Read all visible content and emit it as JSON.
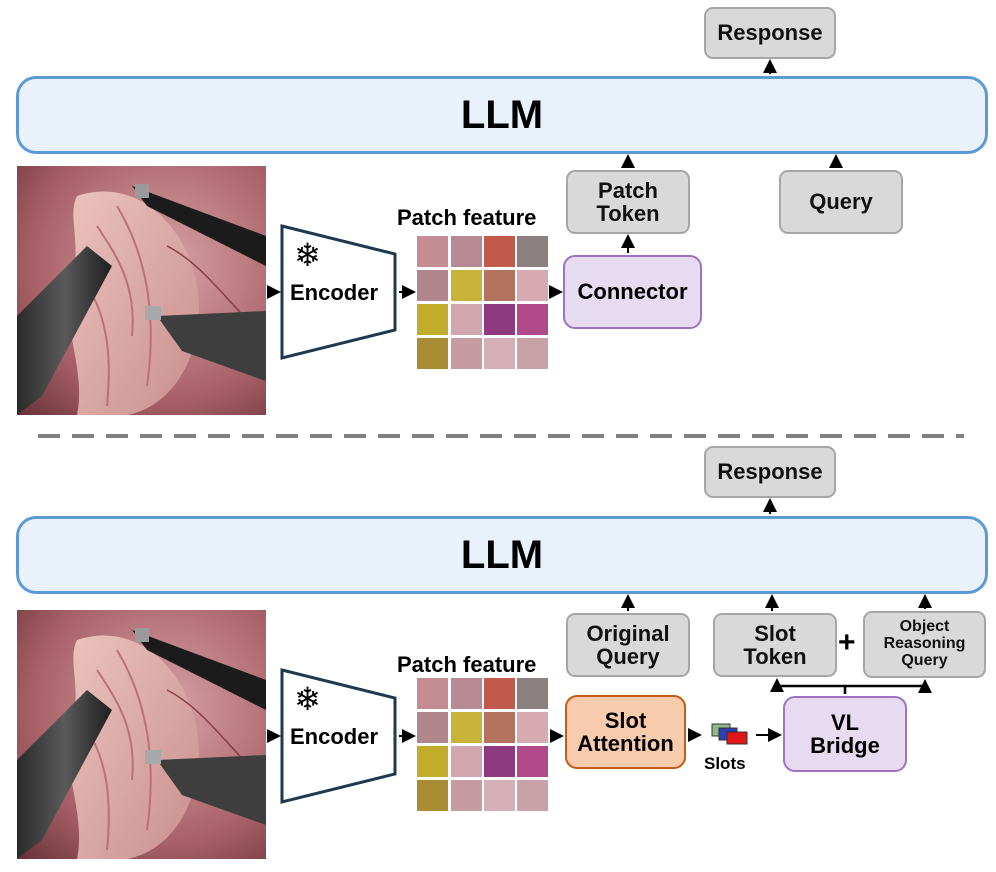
{
  "top": {
    "llm_label": "LLM",
    "response_label": "Response",
    "patch_token_label": "Patch\nToken",
    "query_label": "Query",
    "patch_feature_label": "Patch feature",
    "encoder_label": "Encoder",
    "connector_label": "Connector",
    "snowflake_icon": "❄"
  },
  "bottom": {
    "llm_label": "LLM",
    "response_label": "Response",
    "original_query_label": "Original\nQuery",
    "slot_token_label": "Slot\nToken",
    "plus_label": "+",
    "object_reasoning_label": "Object\nReasoning\nQuery",
    "patch_feature_label": "Patch feature",
    "encoder_label": "Encoder",
    "slot_attention_label": "Slot\nAttention",
    "slots_label": "Slots",
    "vl_bridge_label": "VL\nBridge",
    "snowflake_icon": "❄"
  },
  "colors": {
    "llm_fill": "#e9f2fb",
    "llm_border": "#5b9bd5",
    "gray_box": "#d9d9d9",
    "connector_fill": "#e6dbf1",
    "slot_attention_fill": "#f8cbad",
    "divider": "#808080"
  }
}
